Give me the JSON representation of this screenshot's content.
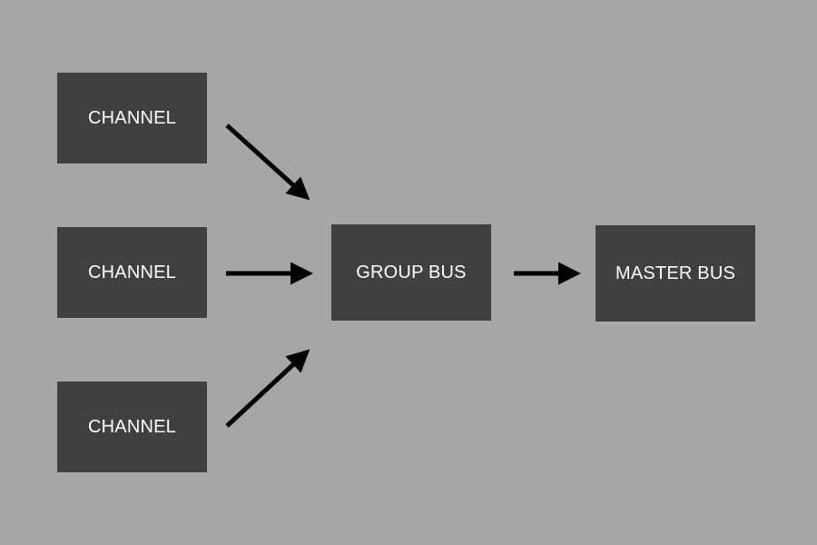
{
  "diagram": {
    "nodes": {
      "channel_1": "CHANNEL",
      "channel_2": "CHANNEL",
      "channel_3": "CHANNEL",
      "group_bus": "GROUP BUS",
      "master_bus": "MASTER BUS"
    },
    "edges": [
      {
        "from": "channel_1",
        "to": "group_bus"
      },
      {
        "from": "channel_2",
        "to": "group_bus"
      },
      {
        "from": "channel_3",
        "to": "group_bus"
      },
      {
        "from": "group_bus",
        "to": "master_bus"
      }
    ]
  },
  "colors": {
    "background": "#a6a6a6",
    "node_fill": "#404040",
    "node_text": "#ffffff",
    "arrow": "#000000"
  }
}
